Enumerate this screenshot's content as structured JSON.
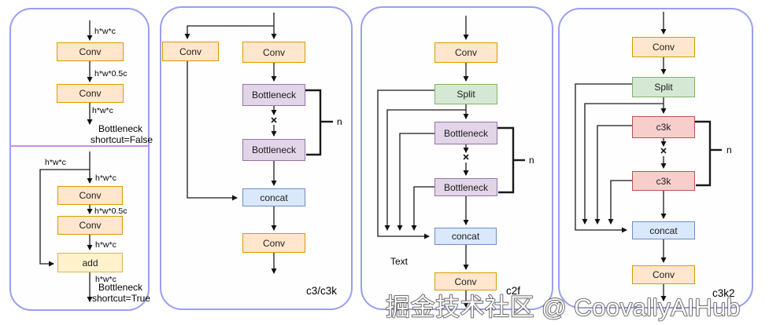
{
  "watermark": "掘金技术社区 @ CoovallyAIHub",
  "colors": {
    "panel_border": "#9a9ef0",
    "divider": "#c98fe3",
    "conv_fill": "#ffe6cc",
    "conv_border": "#d79b00",
    "add_fill": "#fff2cc",
    "add_border": "#d6b656",
    "bottleneck_fill": "#e1d5e7",
    "bottleneck_border": "#9673a6",
    "split_fill": "#d5e8d4",
    "split_border": "#82b366",
    "concat_fill": "#dae8fc",
    "concat_border": "#6c8ebf",
    "c3k_fill": "#f8cecc",
    "c3k_border": "#b85450"
  },
  "p1": {
    "top": {
      "in_shape": "h*w*c",
      "conv1": "Conv",
      "mid_shape": "h*w*0.5c",
      "conv2": "Conv",
      "out_shape": "h*w*c",
      "caption_line1": "Bottleneck",
      "caption_line2": "shortcut=False"
    },
    "bottom": {
      "skip_shape": "h*w*c",
      "in_shape": "h*w*c",
      "conv1": "Conv",
      "mid_shape": "h*w*0.5c",
      "conv2": "Conv",
      "pre_add_shape": "h*w*c",
      "add": "add",
      "out_shape": "h*w*c",
      "caption_line1": "Bottleneck",
      "caption_line2": "shortcut=True"
    }
  },
  "p2": {
    "conv_left": "Conv",
    "conv_right": "Conv",
    "bottleneck1": "Bottleneck",
    "bottleneck2": "Bottleneck",
    "concat": "concat",
    "conv_out": "Conv",
    "repeat": "n",
    "caption": "c3/c3k"
  },
  "p3": {
    "conv_in": "Conv",
    "split": "Split",
    "bottleneck1": "Bottleneck",
    "bottleneck2": "Bottleneck",
    "concat": "concat",
    "conv_out": "Conv",
    "repeat": "n",
    "text_label": "Text",
    "caption": "c2f"
  },
  "p4": {
    "conv_in": "Conv",
    "split": "Split",
    "c3k1": "c3k",
    "c3k2": "c3k",
    "concat": "concat",
    "conv_out": "Conv",
    "repeat": "n",
    "caption": "c3k2"
  }
}
